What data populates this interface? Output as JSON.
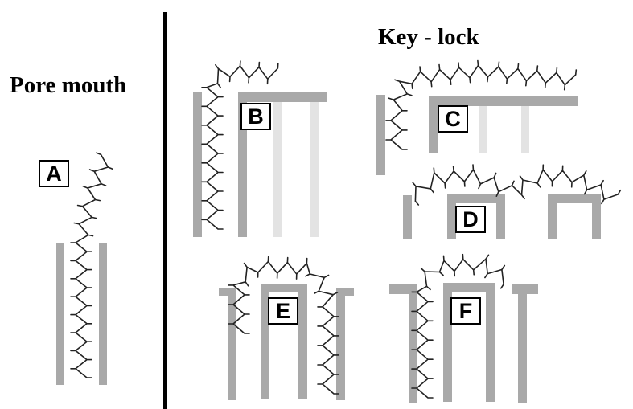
{
  "headings": {
    "left": "Pore mouth",
    "right": "Key - lock"
  },
  "panels": [
    {
      "id": "A",
      "label": "A"
    },
    {
      "id": "B",
      "label": "B"
    },
    {
      "id": "C",
      "label": "C"
    },
    {
      "id": "D",
      "label": "D"
    },
    {
      "id": "E",
      "label": "E"
    },
    {
      "id": "F",
      "label": "F"
    }
  ],
  "colors": {
    "wall": "#a9a9a9",
    "wall_faded": "#e3e3e3",
    "chain": "#222222",
    "divider": "#000000"
  }
}
